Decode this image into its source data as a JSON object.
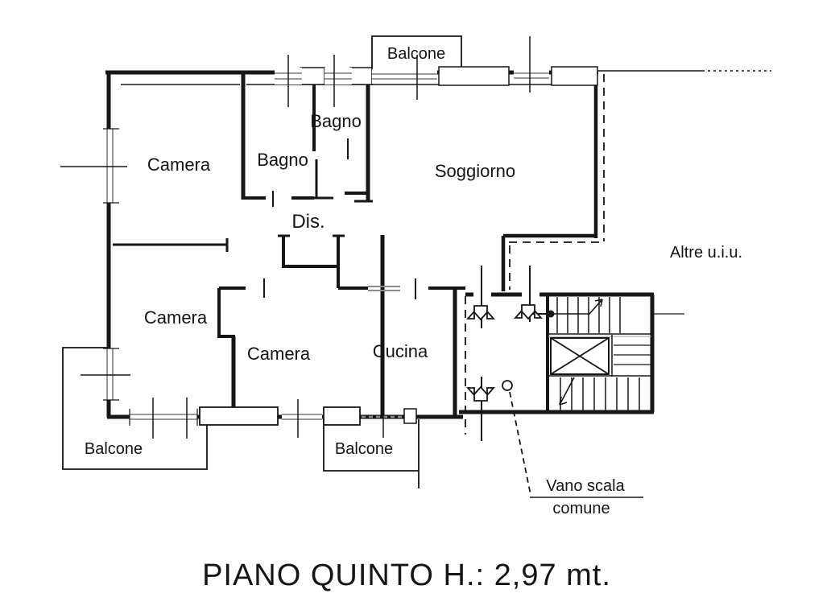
{
  "plan": {
    "rooms": [
      {
        "id": "camera-top-left",
        "label": "Camera"
      },
      {
        "id": "bagno-small",
        "label": "Bagno"
      },
      {
        "id": "bagno-top",
        "label": "Bagno"
      },
      {
        "id": "soggiorno",
        "label": "Soggiorno"
      },
      {
        "id": "disimpegno",
        "label": "Dis."
      },
      {
        "id": "camera-mid-left",
        "label": "Camera"
      },
      {
        "id": "camera-bottom",
        "label": "Camera"
      },
      {
        "id": "cucina",
        "label": "Cucina"
      }
    ],
    "balconies": [
      {
        "id": "balcone-top",
        "label": "Balcone"
      },
      {
        "id": "balcone-bottom-left",
        "label": "Balcone"
      },
      {
        "id": "balcone-bottom-center",
        "label": "Balcone"
      }
    ],
    "annotations": [
      {
        "id": "altre-uiu",
        "label": "Altre u.i.u."
      },
      {
        "id": "vano-scala-line1",
        "label": "Vano scala"
      },
      {
        "id": "vano-scala-line2",
        "label": "comune"
      }
    ],
    "caption": "PIANO QUINTO H.: 2,97 mt.",
    "colors": {
      "ink": "#161616",
      "paper": "#ffffff",
      "window_gray": "#8c8c8c"
    }
  }
}
